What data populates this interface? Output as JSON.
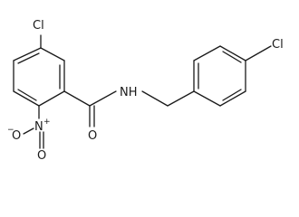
{
  "molecule": {
    "atoms": {
      "cl_left": "Cl",
      "nh": "NH",
      "cl_right": "Cl",
      "carbonyl_o": "O",
      "nitro_n": "N",
      "nitro_o_top": "O",
      "nitro_o_left": "O"
    },
    "charges": {
      "nitro_n": "+",
      "nitro_o_left": "−"
    }
  }
}
